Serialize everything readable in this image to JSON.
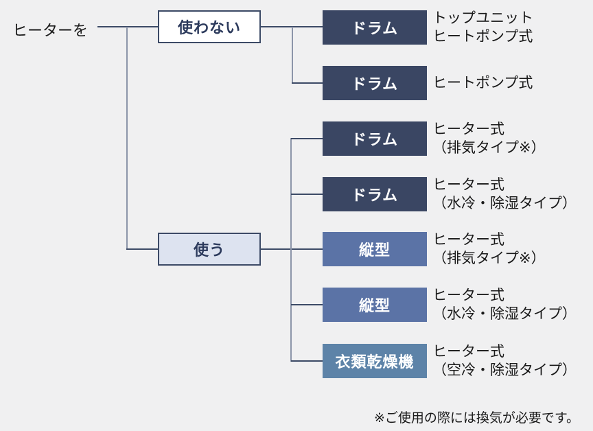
{
  "root_label": "ヒーターを",
  "decisions": [
    {
      "label": "使わない"
    },
    {
      "label": "使う"
    }
  ],
  "rows": [
    {
      "box": "ドラム",
      "label_lines": [
        "トップユニット",
        "ヒートポンプ式"
      ],
      "color": "#3a4663"
    },
    {
      "box": "ドラム",
      "label_lines": [
        "ヒートポンプ式"
      ],
      "color": "#3a4663"
    },
    {
      "box": "ドラム",
      "label_lines": [
        "ヒーター式",
        "（排気タイプ※）"
      ],
      "color": "#3a4663"
    },
    {
      "box": "ドラム",
      "label_lines": [
        "ヒーター式",
        "（水冷・除湿タイプ）"
      ],
      "color": "#3a4663"
    },
    {
      "box": "縦型",
      "label_lines": [
        "ヒーター式",
        "（排気タイプ※）"
      ],
      "color": "#5b73a6"
    },
    {
      "box": "縦型",
      "label_lines": [
        "ヒーター式",
        "（水冷・除湿タイプ）"
      ],
      "color": "#5b73a6"
    },
    {
      "box": "衣類乾燥機",
      "label_lines": [
        "ヒーター式",
        "（空冷・除湿タイプ）"
      ],
      "color": "#5d83a8"
    }
  ],
  "footnote": "※ご使用の際には換気が必要です。",
  "colors": {
    "background": "#f0f0f1",
    "line_dark": "#3c4a66",
    "line_gray": "#8c95a9",
    "box_dark_navy": "#3a4663",
    "box_medium_blue": "#5b73a6",
    "box_steel_blue": "#5d83a8",
    "decision_no_fill": "#ffffff",
    "decision_yes_fill": "#dde3f0",
    "decision_border": "#3c4a66",
    "decision_text": "#2c3a5c",
    "box_text": "#ffffff",
    "label_text": "#1a1a1a"
  }
}
